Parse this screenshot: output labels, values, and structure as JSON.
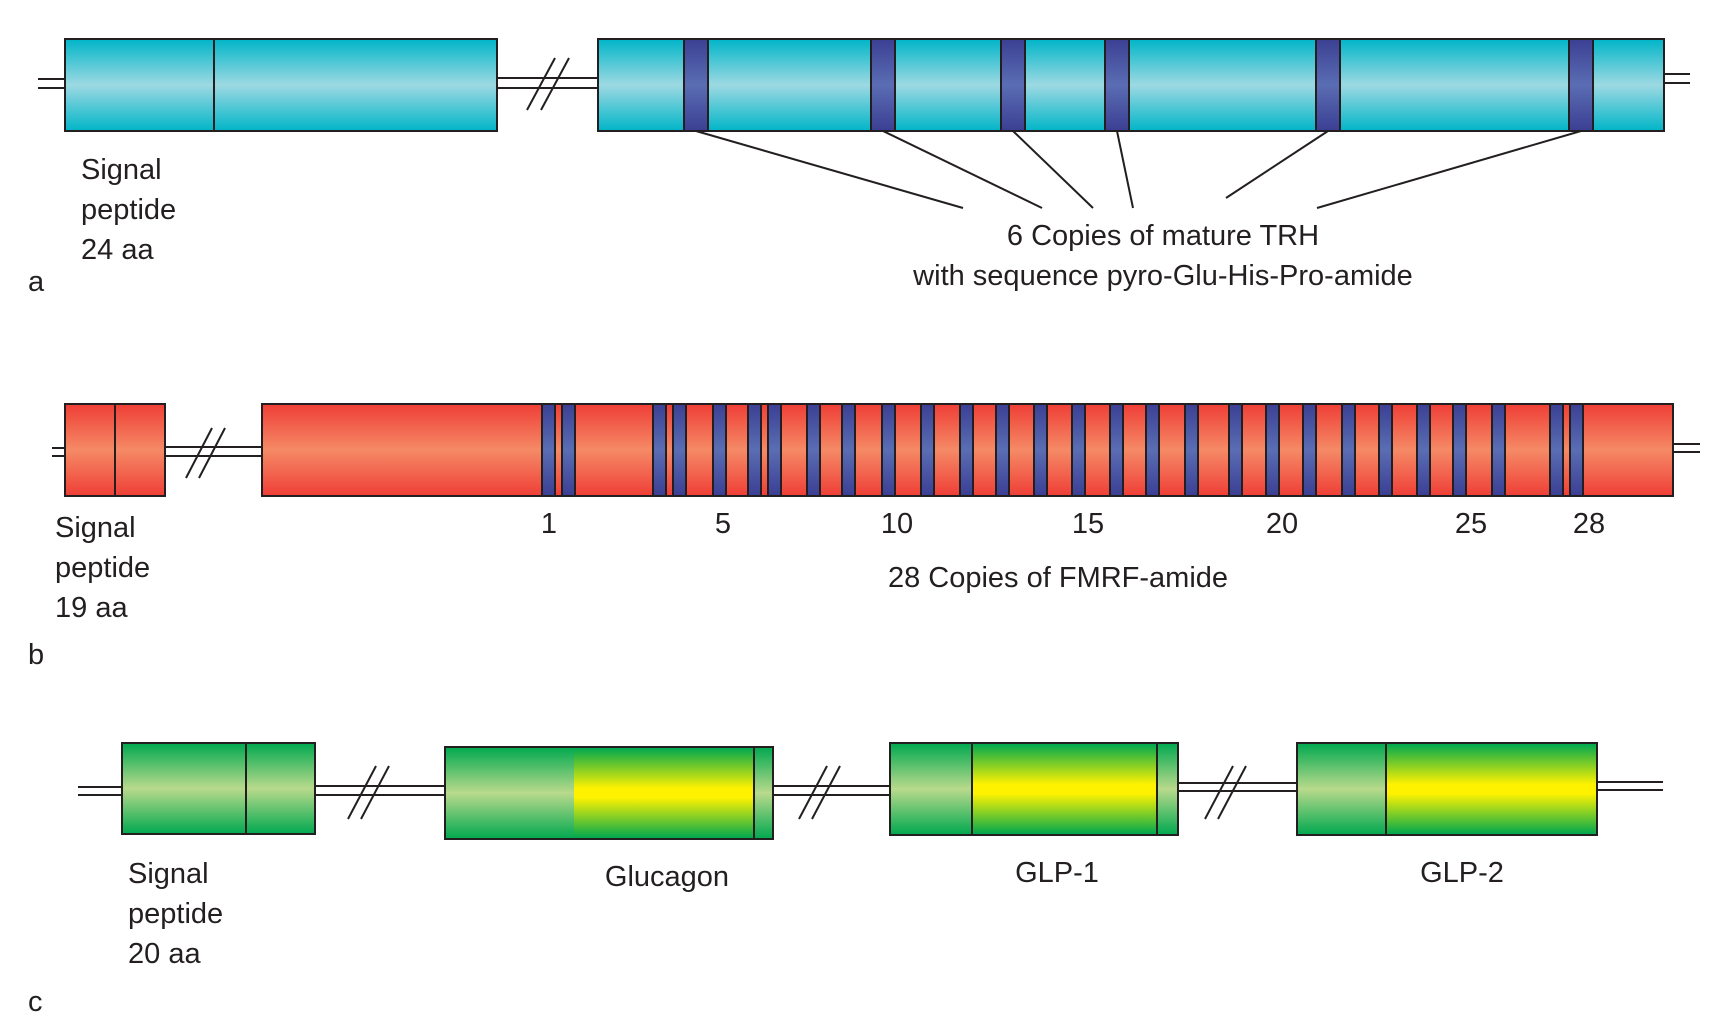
{
  "colors": {
    "cyan_edge": "#00b5c8",
    "cyan_mid": "#9dd9e2",
    "red_edge": "#ef3e36",
    "red_mid": "#f58a66",
    "green_edge": "#00a84f",
    "green_mid": "#b9da8c",
    "yellow": "#fff200",
    "stripe_edge": "#3b3f93",
    "stripe_mid": "#5a6db3",
    "outline": "#231f20"
  },
  "panels": [
    {
      "letter": "a",
      "signal_label": [
        "Signal",
        "peptide",
        "24 aa"
      ],
      "caption": [
        "6 Copies of mature TRH",
        "with sequence pyro-Glu-His-Pro-amide"
      ],
      "copy_count": 6
    },
    {
      "letter": "b",
      "signal_label": [
        "Signal",
        "peptide",
        "19 aa"
      ],
      "copy_numbers": [
        "1",
        "5",
        "10",
        "15",
        "20",
        "25",
        "28"
      ],
      "caption": "28 Copies of FMRF-amide",
      "copy_count": 28
    },
    {
      "letter": "c",
      "signal_label": [
        "Signal",
        "peptide",
        "20 aa"
      ],
      "peptides": [
        "Glucagon",
        "GLP-1",
        "GLP-2"
      ]
    }
  ]
}
